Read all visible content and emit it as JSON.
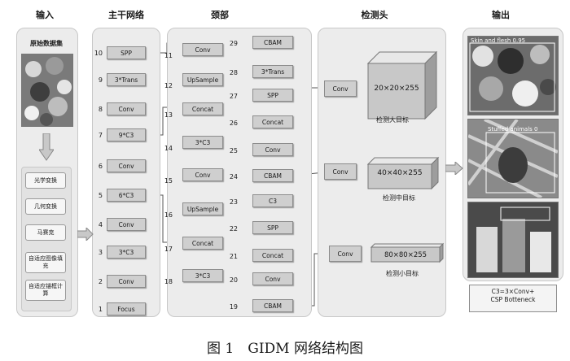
{
  "columns": {
    "input": "输入",
    "backbone": "主干网络",
    "neck": "颈部",
    "head": "检测头",
    "output": "输出"
  },
  "input_panel": {
    "dataset_label": "原始数据集",
    "augment_steps": [
      "光学变换",
      "几何变换",
      "马赛克",
      "自适应图像填充",
      "自适应锚框计算"
    ]
  },
  "backbone": {
    "layers": [
      {
        "num": "10",
        "label": "SPP"
      },
      {
        "num": "9",
        "label": "3*Trans"
      },
      {
        "num": "8",
        "label": "Conv"
      },
      {
        "num": "7",
        "label": "9*C3"
      },
      {
        "num": "6",
        "label": "Conv"
      },
      {
        "num": "5",
        "label": "6*C3"
      },
      {
        "num": "4",
        "label": "Conv"
      },
      {
        "num": "3",
        "label": "3*C3"
      },
      {
        "num": "2",
        "label": "Conv"
      },
      {
        "num": "1",
        "label": "Focus"
      }
    ]
  },
  "neck": {
    "left": [
      {
        "num": "11",
        "label": "Conv"
      },
      {
        "num": "12",
        "label": "UpSample"
      },
      {
        "num": "13",
        "label": "Concat"
      },
      {
        "num": "14",
        "label": "3*C3"
      },
      {
        "num": "15",
        "label": "Conv"
      },
      {
        "num": "16",
        "label": "UpSample"
      },
      {
        "num": "17",
        "label": "Concat"
      },
      {
        "num": "18",
        "label": "3*C3"
      }
    ],
    "right": [
      {
        "num": "29",
        "label": "CBAM"
      },
      {
        "num": "28",
        "label": "3*Trans"
      },
      {
        "num": "27",
        "label": "SPP"
      },
      {
        "num": "26",
        "label": "Concat"
      },
      {
        "num": "25",
        "label": "Conv"
      },
      {
        "num": "24",
        "label": "CBAM"
      },
      {
        "num": "23",
        "label": "C3"
      },
      {
        "num": "22",
        "label": "SPP"
      },
      {
        "num": "21",
        "label": "Concat"
      },
      {
        "num": "20",
        "label": "Conv"
      },
      {
        "num": "19",
        "label": "CBAM"
      }
    ]
  },
  "head": {
    "conv_label": "Conv",
    "large": {
      "size": "20×20×255",
      "label": "检测大目标"
    },
    "medium": {
      "size": "40×40×255",
      "label": "检测中目标"
    },
    "small": {
      "size": "80×80×255",
      "label": "检测小目标"
    }
  },
  "output": {
    "detections": [
      "Skin and flesh 0.95",
      "Stuffed animals 0",
      ""
    ],
    "note_line1": "C3=3×Conv+",
    "note_line2": "CSP Botteneck"
  },
  "caption": "图 1　GIDM 网络结构图",
  "colors": {
    "box": "#cfcfcf",
    "panel": "#ececec",
    "arrow": "#555555"
  }
}
